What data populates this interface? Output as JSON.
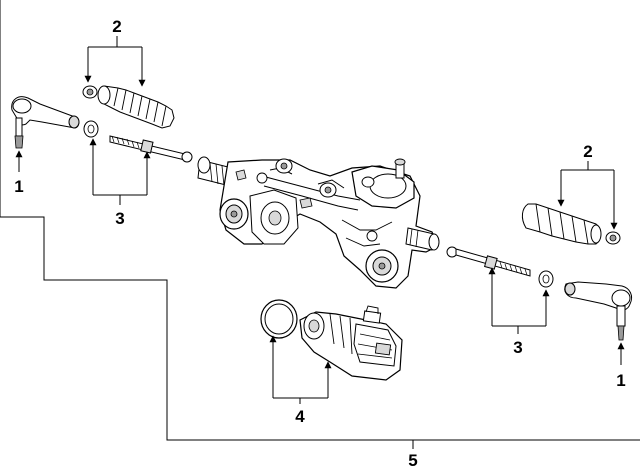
{
  "diagram": {
    "callouts": {
      "tie_rod_end_left": "1",
      "tie_rod_end_right": "1",
      "boot_kit_left": "2",
      "boot_kit_right": "2",
      "inner_tie_rod_left": "3",
      "inner_tie_rod_right": "3",
      "seal_motor": "4",
      "rack_assembly": "5"
    },
    "colors": {
      "line": "#000000",
      "part_fill": "#ffffff",
      "part_shade": "#d9d9d9",
      "part_dark": "#9a9a9a",
      "background": "#ffffff"
    }
  }
}
